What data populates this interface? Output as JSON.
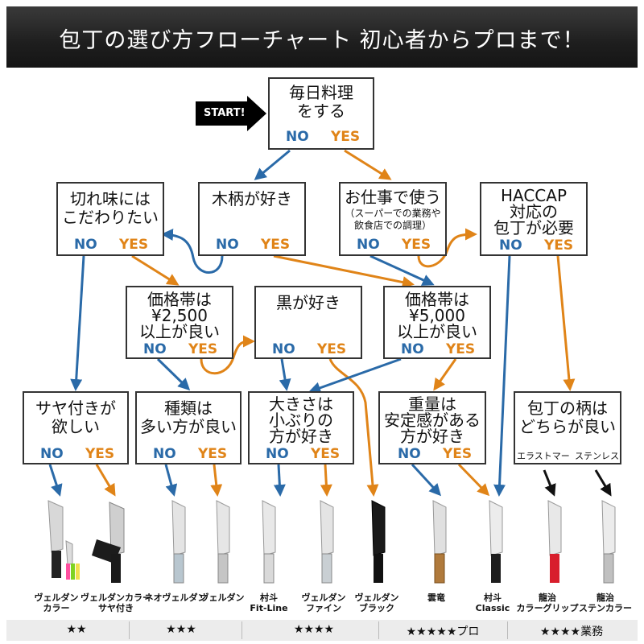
{
  "title": "包丁の選び方フローチャート 初心者からプロまで！",
  "start_label": "START!",
  "answers": {
    "no": "NO",
    "yes": "YES"
  },
  "boxes": {
    "daily": {
      "l1": "毎日料理",
      "l2": "をする"
    },
    "sharp": {
      "l1": "切れ味には",
      "l2": "こだわりたい"
    },
    "wood": {
      "l1": "木柄が好き"
    },
    "work": {
      "l1": "お仕事で使う",
      "s1": "（スーパーでの業務や",
      "s2": "飲食店での調理）"
    },
    "haccp": {
      "l1": "HACCAP",
      "l2": "対応の",
      "l3": "包丁が必要"
    },
    "price2500": {
      "l1": "価格帯は",
      "l2": "¥2,500",
      "l3": "以上が良い"
    },
    "black": {
      "l1": "黒が好き"
    },
    "price5000": {
      "l1": "価格帯は",
      "l2": "¥5,000",
      "l3": "以上が良い"
    },
    "sheath": {
      "l1": "サヤ付きが",
      "l2": "欲しい"
    },
    "variety": {
      "l1": "種類は",
      "l2": "多い方が良い"
    },
    "size": {
      "l1": "大きさは",
      "l2": "小ぶりの",
      "l3": "方が好き"
    },
    "weight": {
      "l1": "重量は",
      "l2": "安定感がある",
      "l3": "方が好き"
    },
    "handle": {
      "l1": "包丁の柄は",
      "l2": "どちらが良い",
      "opt1": "エラストマー",
      "opt2": "ステンレス"
    }
  },
  "knives": [
    {
      "l1": "ヴェルダン",
      "l2": "カラー",
      "icon": "colorful-knife-set-icon"
    },
    {
      "l1": "ヴェルダンカラー",
      "l2": "サヤ付き",
      "icon": "knife-with-sheath-icon"
    },
    {
      "l1": "ネオヴェルダン",
      "l2": "",
      "icon": "knife-icon"
    },
    {
      "l1": "ヴェルダン",
      "l2": "",
      "icon": "knife-icon"
    },
    {
      "l1": "村斗",
      "l2": "Fit-Line",
      "icon": "knife-icon"
    },
    {
      "l1": "ヴェルダン",
      "l2": "ファイン",
      "icon": "knife-icon"
    },
    {
      "l1": "ヴェルダン",
      "l2": "ブラック",
      "icon": "black-knife-icon"
    },
    {
      "l1": "雲竜",
      "l2": "",
      "icon": "wood-handle-knife-icon"
    },
    {
      "l1": "村斗",
      "l2": "Classic",
      "icon": "knife-icon"
    },
    {
      "l1": "龍治",
      "l2": "カラーグリップ",
      "icon": "red-grip-knife-icon"
    },
    {
      "l1": "龍治",
      "l2": "ステンカラー",
      "icon": "stainless-knife-icon"
    }
  ],
  "ratings": [
    "★★",
    "★★★",
    "★★★★",
    "★★★★★プロ",
    "★★★★業務"
  ],
  "colors": {
    "no": "#2a6aa8",
    "yes": "#e08418",
    "arrow_black": "#111111"
  }
}
